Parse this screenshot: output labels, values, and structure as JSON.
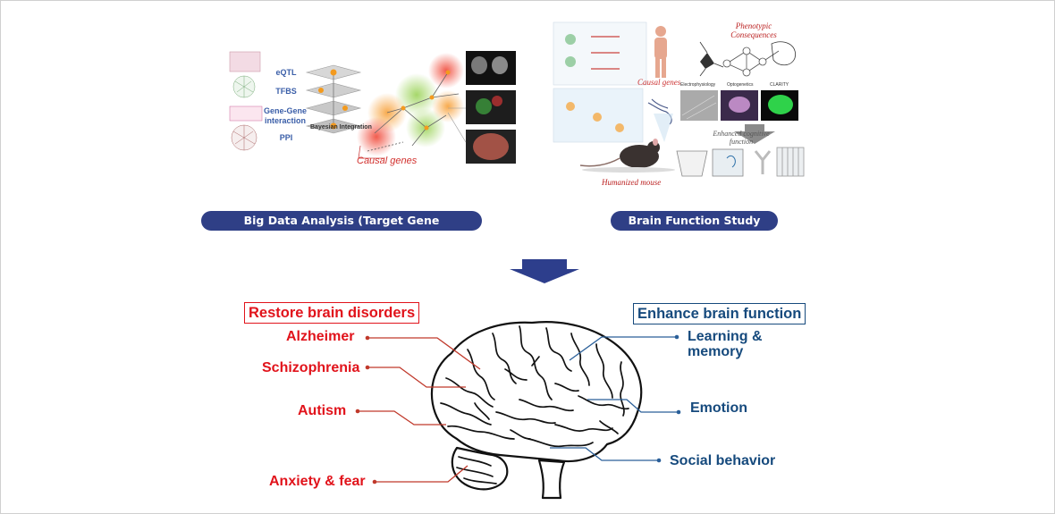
{
  "top_left": {
    "pill_label": "Big Data Analysis (Target Gene Identification)",
    "data_layers": [
      "eQTL",
      "TFBS",
      "Gene-Gene interaction",
      "PPI"
    ],
    "integration_label": "Bayesian Integration",
    "causal_genes_label": "Causal genes"
  },
  "top_right": {
    "pill_label": "Brain Function Study",
    "causal_genes_label": "Causal genes",
    "phenotypic_label": "Phenotypic Consequences",
    "humanized_mouse_label": "Humanized mouse",
    "electrophysiology_label": "Electrophysiology",
    "optogenetics_label": "Optogenetics",
    "clarity_label": "CLARITY",
    "enhanced_label": "Enhanced cognitive function"
  },
  "bottom_left": {
    "header": "Restore brain disorders",
    "items": [
      "Alzheimer",
      "Schizophrenia",
      "Autism",
      "Anxiety & fear"
    ]
  },
  "bottom_right": {
    "header": "Enhance brain function",
    "items": [
      "Learning & memory",
      "Emotion",
      "Social behavior"
    ]
  },
  "colors": {
    "pill": "#2f3f86",
    "red": "#e1131b",
    "blue": "#164a7d",
    "arrow": "#2d3e8c"
  }
}
